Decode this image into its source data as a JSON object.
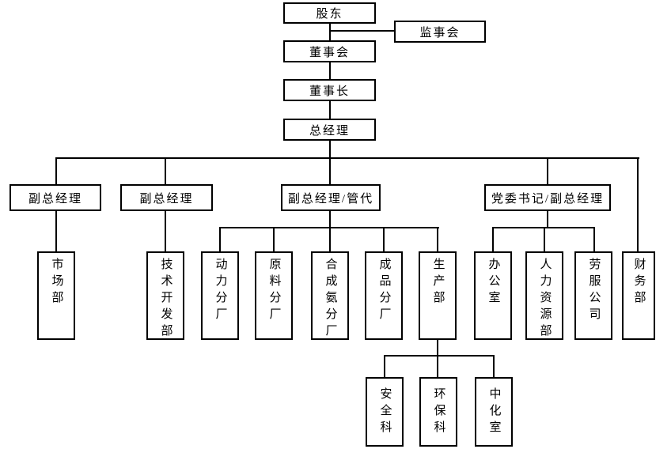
{
  "diagram": {
    "type": "org-chart",
    "colors": {
      "line": "#000000",
      "box_border": "#000000",
      "box_fill": "#ffffff",
      "text": "#000000"
    }
  },
  "nodes": {
    "shareholders": {
      "label": "股东"
    },
    "supervisory_board": {
      "label": "监事会"
    },
    "board_of_directors": {
      "label": "董事会"
    },
    "chairman": {
      "label": "董事长"
    },
    "general_manager": {
      "label": "总经理"
    },
    "deputy_gm_1": {
      "label": "副总经理"
    },
    "deputy_gm_2": {
      "label": "副总经理"
    },
    "deputy_gm_rep": {
      "label": "副总经理/管代"
    },
    "party_secretary_deputy_gm": {
      "label": "党委书记/副总经理"
    },
    "marketing_dept": {
      "label": "市场部"
    },
    "tech_dev_dept": {
      "label": "技术开发部"
    },
    "power_branch": {
      "label": "动力分厂"
    },
    "raw_material_branch": {
      "label": "原料分厂"
    },
    "ammonia_branch": {
      "label": "合成氨分厂"
    },
    "finished_goods_branch": {
      "label": "成品分厂"
    },
    "production_dept": {
      "label": "生产部"
    },
    "office": {
      "label": "办公室"
    },
    "hr_dept": {
      "label": "人力资源部"
    },
    "labor_service_co": {
      "label": "劳服公司"
    },
    "finance_dept": {
      "label": "财务部"
    },
    "safety_section": {
      "label": "安全科"
    },
    "env_protection_section": {
      "label": "环保科"
    },
    "central_chem_lab": {
      "label": "中化室"
    }
  }
}
